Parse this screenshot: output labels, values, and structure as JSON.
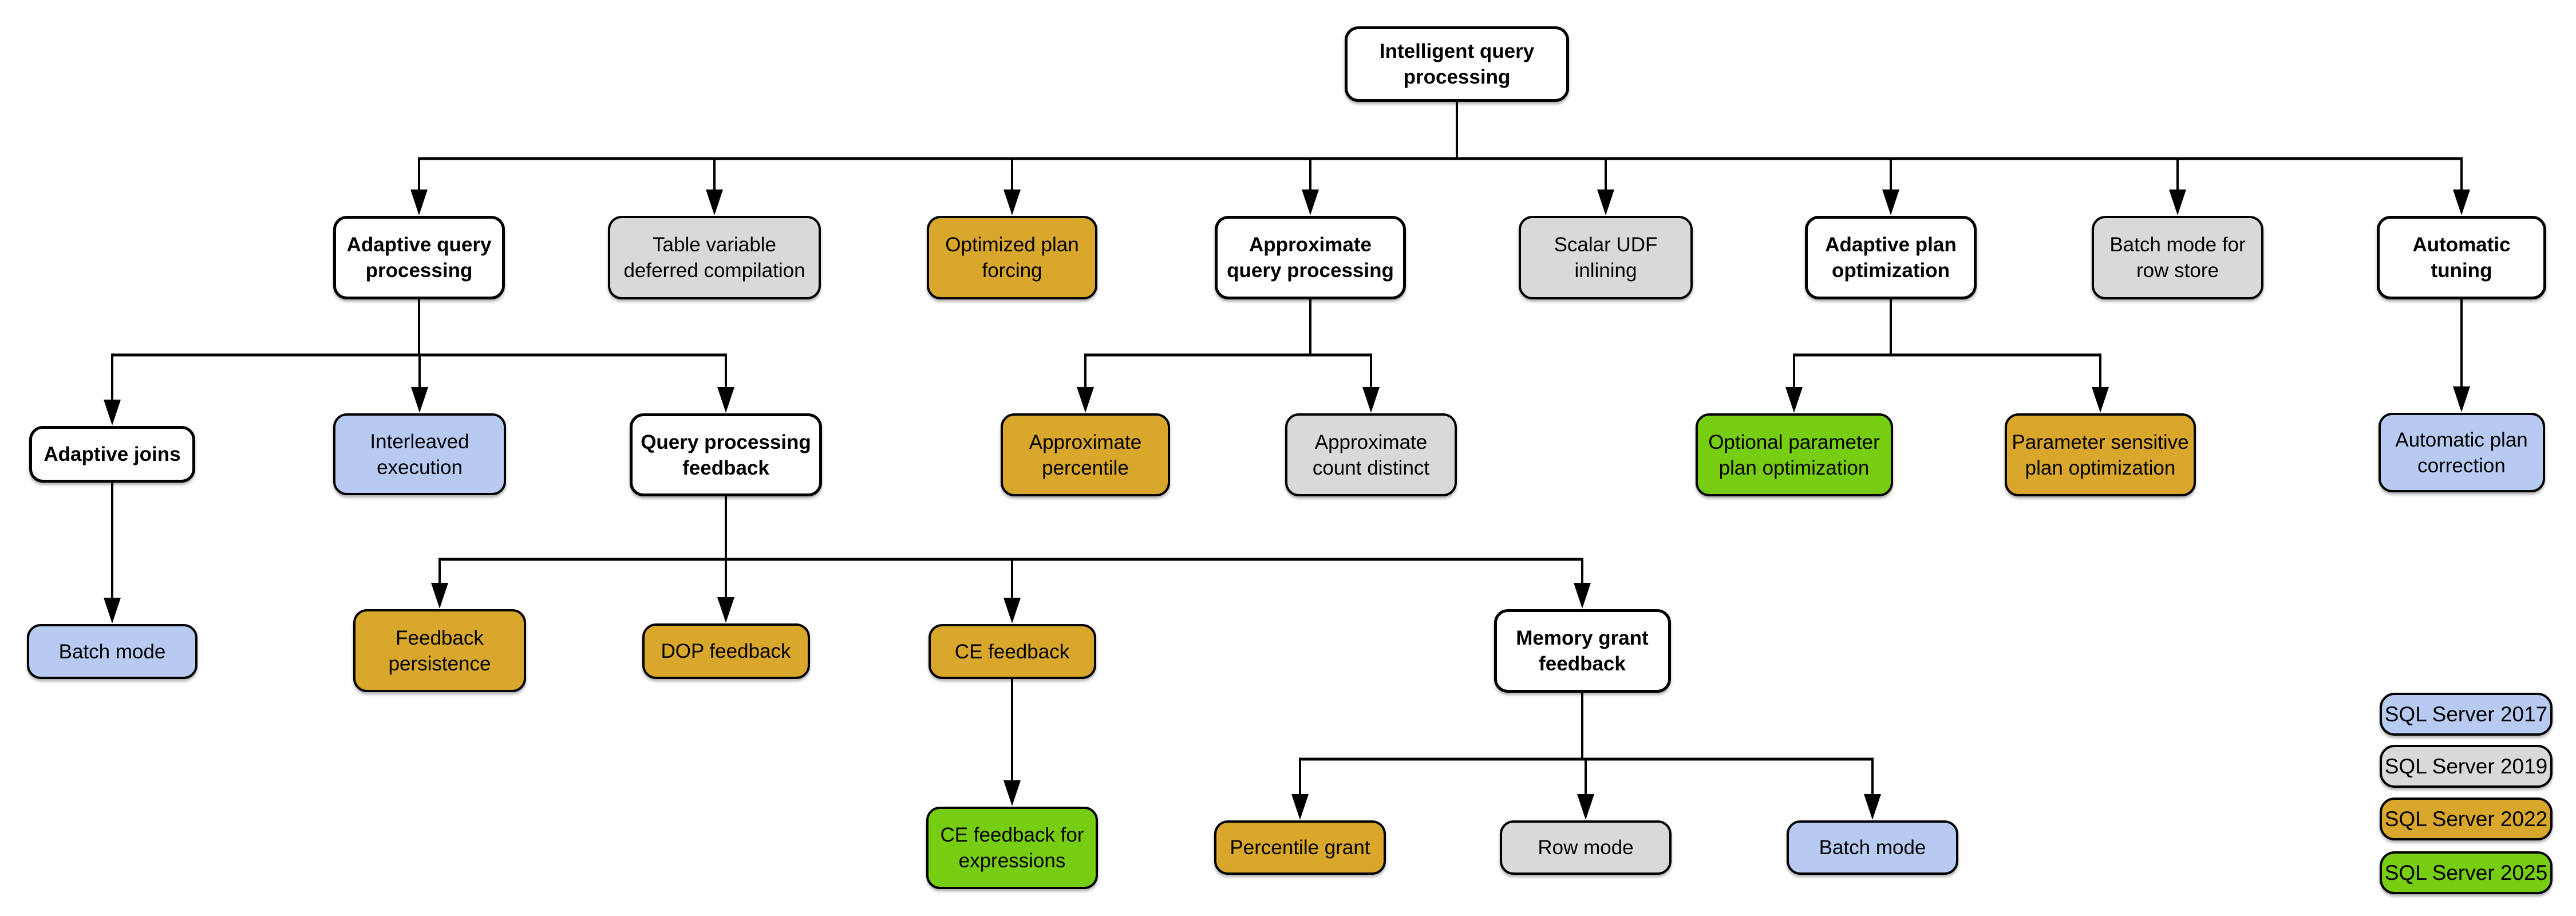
{
  "colors": {
    "sql2017": "#B7CAF2",
    "sql2019": "#D9D9D9",
    "sql2022": "#D9A72B",
    "sql2025": "#77CD11",
    "category": "#FFFFFF",
    "line": "#000000",
    "text": "#000000",
    "background": "#FFFFFF"
  },
  "nodes": [
    {
      "id": "intelligent-query-processing",
      "lines": [
        "Intelligent query",
        "processing"
      ],
      "version": "category"
    },
    {
      "id": "adaptive-query-processing",
      "lines": [
        "Adaptive query",
        "processing"
      ],
      "version": "category"
    },
    {
      "id": "table-variable-deferred-compilation",
      "lines": [
        "Table variable",
        "deferred compilation"
      ],
      "version": "sql2019"
    },
    {
      "id": "optimized-plan-forcing",
      "lines": [
        "Optimized plan",
        "forcing"
      ],
      "version": "sql2022"
    },
    {
      "id": "approximate-query-processing",
      "lines": [
        "Approximate",
        "query processing"
      ],
      "version": "category"
    },
    {
      "id": "scalar-udf-inlining",
      "lines": [
        "Scalar UDF",
        "inlining"
      ],
      "version": "sql2019"
    },
    {
      "id": "adaptive-plan-optimization",
      "lines": [
        "Adaptive plan",
        "optimization"
      ],
      "version": "category"
    },
    {
      "id": "batch-mode-row-store",
      "lines": [
        "Batch mode for",
        "row store"
      ],
      "version": "sql2019"
    },
    {
      "id": "automatic-tuning",
      "lines": [
        "Automatic",
        "tuning"
      ],
      "version": "category"
    },
    {
      "id": "adaptive-joins",
      "lines": [
        "Adaptive joins"
      ],
      "version": "category"
    },
    {
      "id": "interleaved-execution",
      "lines": [
        "Interleaved",
        "execution"
      ],
      "version": "sql2017"
    },
    {
      "id": "query-processing-feedback",
      "lines": [
        "Query processing",
        "feedback"
      ],
      "version": "category"
    },
    {
      "id": "approximate-percentile",
      "lines": [
        "Approximate",
        "percentile"
      ],
      "version": "sql2022"
    },
    {
      "id": "approximate-count-distinct",
      "lines": [
        "Approximate",
        "count distinct"
      ],
      "version": "sql2019"
    },
    {
      "id": "optional-parameter-plan-optimization",
      "lines": [
        "Optional parameter",
        "plan optimization"
      ],
      "version": "sql2025"
    },
    {
      "id": "parameter-sensitive-plan-optimization",
      "lines": [
        "Parameter sensitive",
        "plan optimization"
      ],
      "version": "sql2022"
    },
    {
      "id": "automatic-plan-correction",
      "lines": [
        "Automatic plan",
        "correction"
      ],
      "version": "sql2017"
    },
    {
      "id": "batch-mode-adaptive-joins",
      "lines": [
        "Batch mode"
      ],
      "version": "sql2017"
    },
    {
      "id": "feedback-persistence",
      "lines": [
        "Feedback",
        "persistence"
      ],
      "version": "sql2022"
    },
    {
      "id": "dop-feedback",
      "lines": [
        "DOP feedback"
      ],
      "version": "sql2022"
    },
    {
      "id": "ce-feedback",
      "lines": [
        "CE feedback"
      ],
      "version": "sql2022"
    },
    {
      "id": "memory-grant-feedback",
      "lines": [
        "Memory grant",
        "feedback"
      ],
      "version": "category"
    },
    {
      "id": "ce-feedback-for-expressions",
      "lines": [
        "CE feedback for",
        "expressions"
      ],
      "version": "sql2025"
    },
    {
      "id": "percentile-grant",
      "lines": [
        "Percentile grant"
      ],
      "version": "sql2022"
    },
    {
      "id": "row-mode",
      "lines": [
        "Row mode"
      ],
      "version": "sql2019"
    },
    {
      "id": "batch-mode-memory-grant",
      "lines": [
        "Batch mode"
      ],
      "version": "sql2017"
    }
  ],
  "hierarchy": [
    {
      "parent": "intelligent-query-processing",
      "children": [
        "adaptive-query-processing",
        "table-variable-deferred-compilation",
        "optimized-plan-forcing",
        "approximate-query-processing",
        "scalar-udf-inlining",
        "adaptive-plan-optimization",
        "batch-mode-row-store",
        "automatic-tuning"
      ]
    },
    {
      "parent": "adaptive-query-processing",
      "children": [
        "adaptive-joins",
        "interleaved-execution",
        "query-processing-feedback"
      ]
    },
    {
      "parent": "approximate-query-processing",
      "children": [
        "approximate-percentile",
        "approximate-count-distinct"
      ]
    },
    {
      "parent": "adaptive-plan-optimization",
      "children": [
        "optional-parameter-plan-optimization",
        "parameter-sensitive-plan-optimization"
      ]
    },
    {
      "parent": "automatic-tuning",
      "children": [
        "automatic-plan-correction"
      ]
    },
    {
      "parent": "adaptive-joins",
      "children": [
        "batch-mode-adaptive-joins"
      ]
    },
    {
      "parent": "query-processing-feedback",
      "children": [
        "feedback-persistence",
        "dop-feedback",
        "ce-feedback",
        "memory-grant-feedback"
      ]
    },
    {
      "parent": "ce-feedback",
      "children": [
        "ce-feedback-for-expressions"
      ]
    },
    {
      "parent": "memory-grant-feedback",
      "children": [
        "percentile-grant",
        "row-mode",
        "batch-mode-memory-grant"
      ]
    }
  ],
  "legend": [
    {
      "label": "SQL Server 2017",
      "version": "sql2017"
    },
    {
      "label": "SQL Server 2019",
      "version": "sql2019"
    },
    {
      "label": "SQL Server 2022",
      "version": "sql2022"
    },
    {
      "label": "SQL Server 2025",
      "version": "sql2025"
    }
  ]
}
